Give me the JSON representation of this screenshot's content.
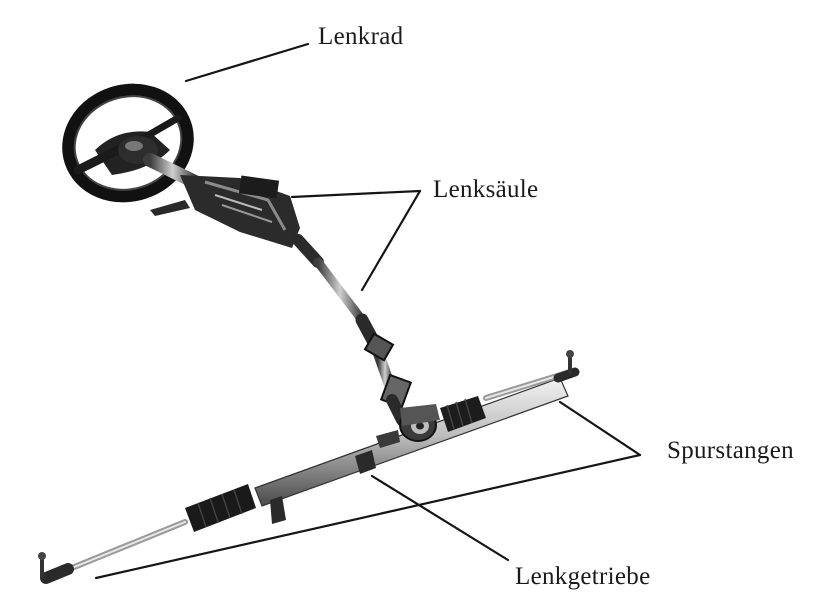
{
  "labels": {
    "steering_wheel": "Lenkrad",
    "steering_column": "Lenksäule",
    "tie_rods": "Spurstangen",
    "steering_gear": "Lenkgetriebe"
  },
  "colors": {
    "background": "#ffffff",
    "ink": "#151515",
    "metal_light": "#d9d9d9",
    "metal_dark": "#3a3a3a",
    "rubber": "#1c1c1c"
  }
}
